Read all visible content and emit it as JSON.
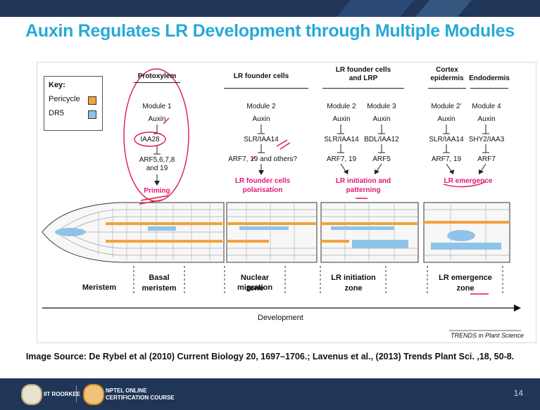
{
  "slide": {
    "title": "Auxin Regulates LR Development through Multiple Modules",
    "source": "Image Source: De Rybel et al (2010) Current Biology 20, 1697–1706.; Lavenus et al., (2013) Trends Plant Sci. ,18, 50-8.",
    "page_number": "14"
  },
  "key": {
    "title": "Key:",
    "items": [
      {
        "label": "Pericycle",
        "color": "#f0a33a"
      },
      {
        "label": "DR5",
        "color": "#8fc3e8"
      }
    ]
  },
  "columns": {
    "protoxylem": {
      "header": "Protoxylem",
      "module": "Module 1",
      "auxin": "Auxin",
      "repressor": "IAA28",
      "arf": "ARF5,6,7,8",
      "arf2": "and 19",
      "outcome": "Priming"
    },
    "founder": {
      "header": "LR founder cells",
      "module": "Module 2",
      "auxin": "Auxin",
      "repressor": "SLR/IAA14",
      "arf": "ARF7, 19 and others?",
      "outcome1": "LR founder cells",
      "outcome2": "polarisation"
    },
    "lrp": {
      "header1": "LR founder cells",
      "header2": "and LRP",
      "modA": {
        "module": "Module 2",
        "auxin": "Auxin",
        "repressor": "SLR/IAA14",
        "arf": "ARF7, 19"
      },
      "modB": {
        "module": "Module 3",
        "auxin": "Auxin",
        "repressor": "BDL/IAA12",
        "arf": "ARF5"
      },
      "outcome1": "LR initiation and",
      "outcome2": "patterning"
    },
    "emergence": {
      "header_cortex1": "Cortex",
      "header_cortex2": "epidermis",
      "header_endo": "Endodermis",
      "modA": {
        "module": "Module 2’",
        "auxin": "Auxin",
        "repressor": "SLR/IAA14",
        "arf": "ARF7, 19"
      },
      "modB": {
        "module": "Module 4",
        "auxin": "Auxin",
        "repressor": "SHY2/IAA3",
        "arf": "ARF7"
      },
      "outcome": "LR emergence"
    }
  },
  "zones": {
    "meristem": "Meristem",
    "basal1": "Basal",
    "basal2": "meristem",
    "nuclear1": "Nuclear migration",
    "nuclear2": "zone",
    "init1": "LR initiation",
    "init2": "zone",
    "emerg1": "LR emergence",
    "emerg2": "zone"
  },
  "axis": {
    "label": "Development"
  },
  "credit": "TRENDS in Plant Science",
  "footer": {
    "institute": "IIT ROORKEE",
    "course1": "NPTEL ONLINE",
    "course2": "CERTIFICATION COURSE"
  },
  "colors": {
    "title": "#27a9d6",
    "outcome": "#e0187a",
    "bar": "#1f3658",
    "pericycle": "#f0a33a",
    "dr5": "#8fc3e8"
  }
}
